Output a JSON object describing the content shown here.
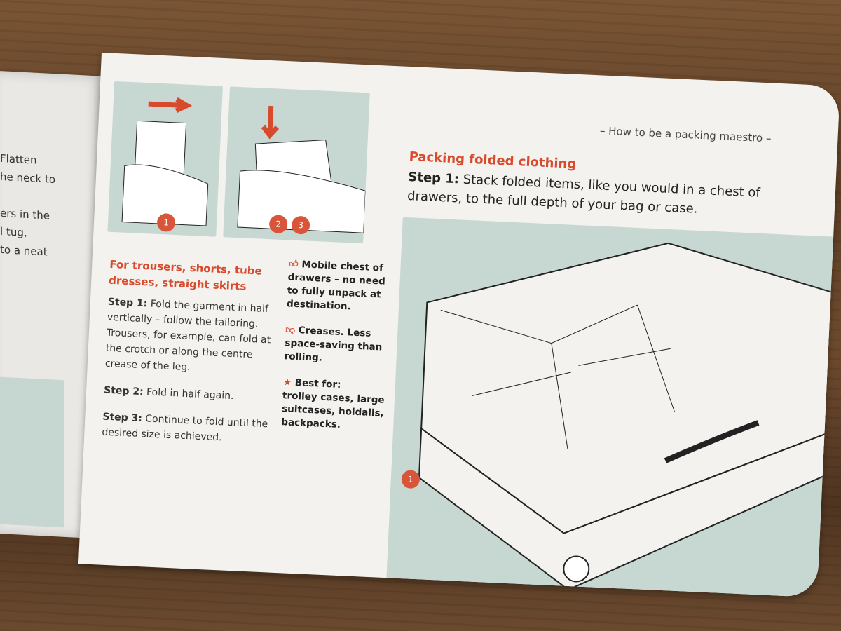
{
  "left_page": {
    "text_lines": [
      "Flatten",
      "he neck to",
      "",
      "ers in the",
      "l tug,",
      "to a neat"
    ]
  },
  "right_page": {
    "header": "– How to be a packing maestro –",
    "section_title": "Packing folded clothing",
    "step1_label": "Step 1:",
    "step1_text": " Stack folded items, like you would in a chest of drawers, to the full depth of your bag or case.",
    "illustration_numbers": [
      "1",
      "2",
      "3",
      "1"
    ],
    "trousers": {
      "heading": "For trousers, shorts, tube dresses, straight skirts",
      "steps": [
        {
          "label": "Step 1:",
          "text": " Fold the garment in half vertically – follow the tailoring. Trousers, for example, can fold at the crotch or along the centre crease of the leg."
        },
        {
          "label": "Step 2:",
          "text": " Fold in half again."
        },
        {
          "label": "Step 3:",
          "text": " Continue to fold until the desired size is achieved."
        }
      ]
    },
    "pros": "Mobile chest of drawers – no need to fully unpack at destination.",
    "cons": "Creases. Less space-saving than rolling.",
    "best_for_label": "Best for:",
    "best_for": "trolley cases, large suitcases, holdalls, backpacks.",
    "colors": {
      "accent": "#d84a2c",
      "panel": "#c7d8d2",
      "paper": "#f3f2ee"
    }
  }
}
